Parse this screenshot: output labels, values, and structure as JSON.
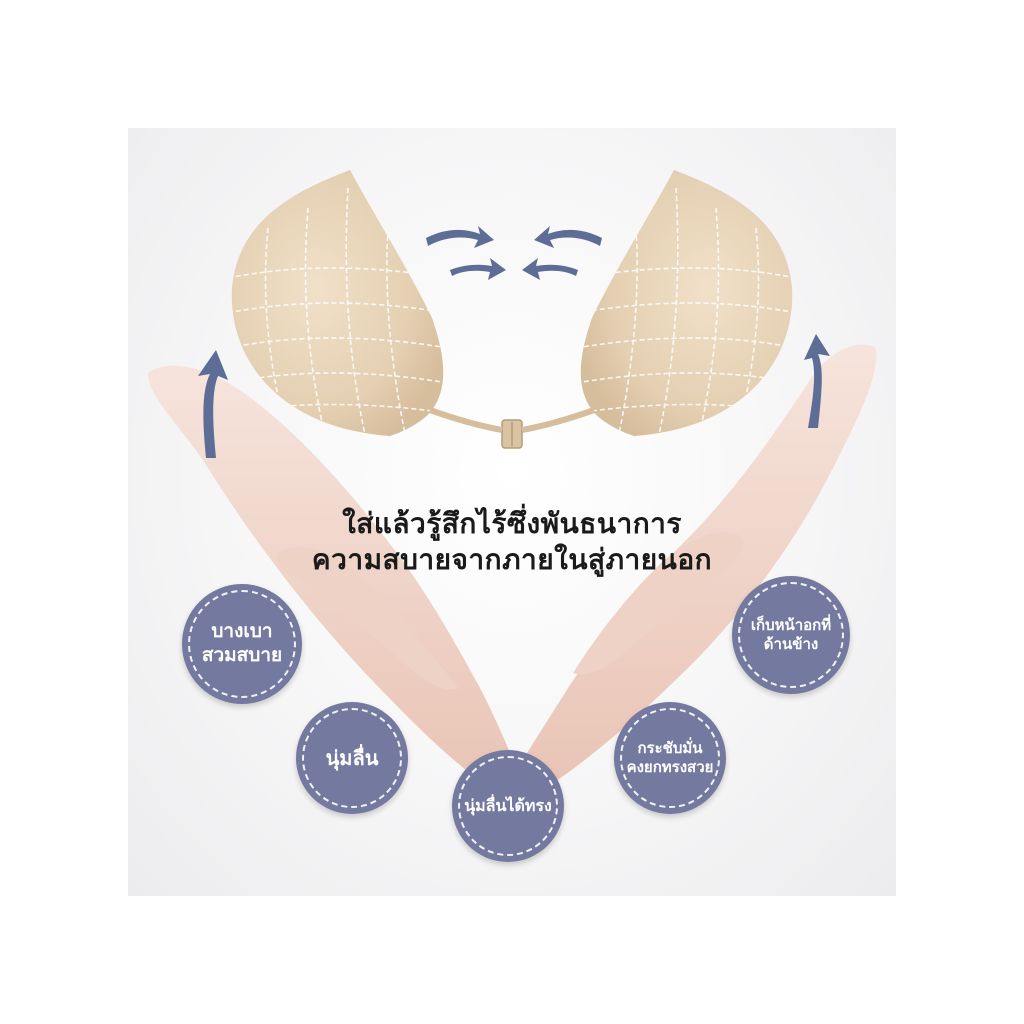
{
  "headline": {
    "line1": "ใส่แล้วรู้สึกไร้ซึ่งพันธนาการ",
    "line2": "ความสบายจากภายในสู่ภายนอก"
  },
  "badges": [
    {
      "line1": "บางเบา",
      "line2": "สวมสบาย"
    },
    {
      "line1": "นุ่มลื่น",
      "line2": ""
    },
    {
      "line1": "นุ่มลื่นได้ทรง",
      "line2": ""
    },
    {
      "line1": "กระชับมั่น",
      "line2": "คงยกทรงสวย"
    },
    {
      "line1": "เก็บหน้าอกที่",
      "line2": "ด้านข้าง"
    }
  ],
  "colors": {
    "badge": "#7479a0",
    "arrow": "#5d6d95",
    "cup": "#e7d3b8",
    "skin": "#f1d7cc",
    "text": "#1a1a1a"
  },
  "icons": [
    "push-up-arrow-icon",
    "curved-inward-arrow-icon"
  ]
}
